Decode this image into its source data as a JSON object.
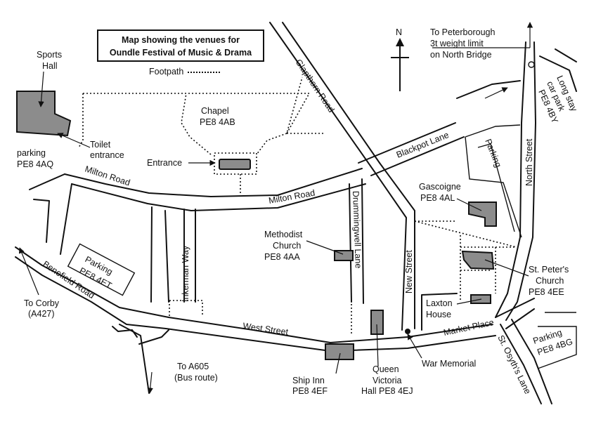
{
  "title": {
    "line1": "Map showing the venues for",
    "line2": "Oundle Festival of Music & Drama"
  },
  "legend": {
    "footpath": "Footpath"
  },
  "north": "N",
  "roads": {
    "milton_road_west": "Milton Road",
    "milton_road_east": "Milton Road",
    "glapthorn_road": "Glapthorn Road",
    "blackpot_lane": "Blackpot Lane",
    "drummingwell_lane": "Drummingwell Lane",
    "inkerman_way": "Inkerman Way",
    "benefield_road": "Benefield Road",
    "west_street": "West Street",
    "new_street": "New Street",
    "north_street": "North Street",
    "market_place": "Market Place",
    "st_osyths_lane": "St. Osyth's Lane",
    "parking_lot": "Parking"
  },
  "labels": {
    "sports_hall": [
      "Sports",
      "Hall"
    ],
    "toilet": [
      "Toilet",
      "entrance"
    ],
    "parking_aq": [
      "parking",
      "PE8 4AQ"
    ],
    "chapel": [
      "Chapel",
      "PE8 4AB"
    ],
    "entrance": "Entrance",
    "parking_et": [
      "Parking",
      "PE8 4ET"
    ],
    "corby": [
      "To Corby",
      "(A427)"
    ],
    "a605": [
      "To A605",
      "(Bus route)"
    ],
    "methodist": [
      "Methodist",
      "Church",
      "PE8 4AA"
    ],
    "ship_inn": [
      "Ship Inn",
      "PE8 4EF"
    ],
    "queen_victoria": [
      "Queen",
      "Victoria",
      "Hall PE8 4EJ"
    ],
    "war_memorial": "War Memorial",
    "gascoigne": [
      "Gascoigne",
      "PE8 4AL"
    ],
    "st_peters": [
      "St. Peter's",
      "Church",
      "PE8 4EE"
    ],
    "laxton": [
      "Laxton",
      "House"
    ],
    "parking_bg": [
      "Parking",
      "PE8 4BG"
    ],
    "long_stay": [
      "Long stay",
      "car park",
      "PE8 4BY"
    ],
    "peterborough": [
      "To Peterborough",
      "3t weight limit",
      "on North Bridge"
    ]
  }
}
